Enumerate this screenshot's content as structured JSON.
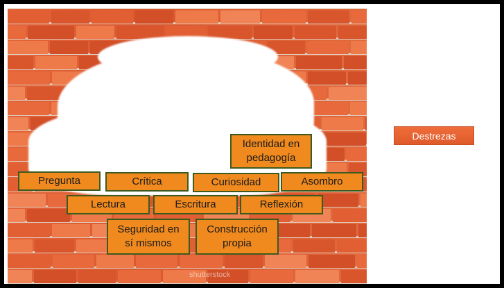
{
  "slide": {
    "tag_label": "Destrezas",
    "watermark": "shutterstock",
    "boxes": [
      {
        "id": "identidad",
        "label": "Identidad en pedagogía"
      },
      {
        "id": "pregunta",
        "label": "Pregunta"
      },
      {
        "id": "critica",
        "label": "Crítica"
      },
      {
        "id": "curiosidad",
        "label": "Curiosidad"
      },
      {
        "id": "asombro",
        "label": "Asombro"
      },
      {
        "id": "lectura",
        "label": "Lectura"
      },
      {
        "id": "escritura",
        "label": "Escritura"
      },
      {
        "id": "reflexion",
        "label": "Reflexión"
      },
      {
        "id": "seguridad",
        "label": "Seguridad en sí mismos"
      },
      {
        "id": "construccion",
        "label": "Construcción propia"
      }
    ]
  }
}
